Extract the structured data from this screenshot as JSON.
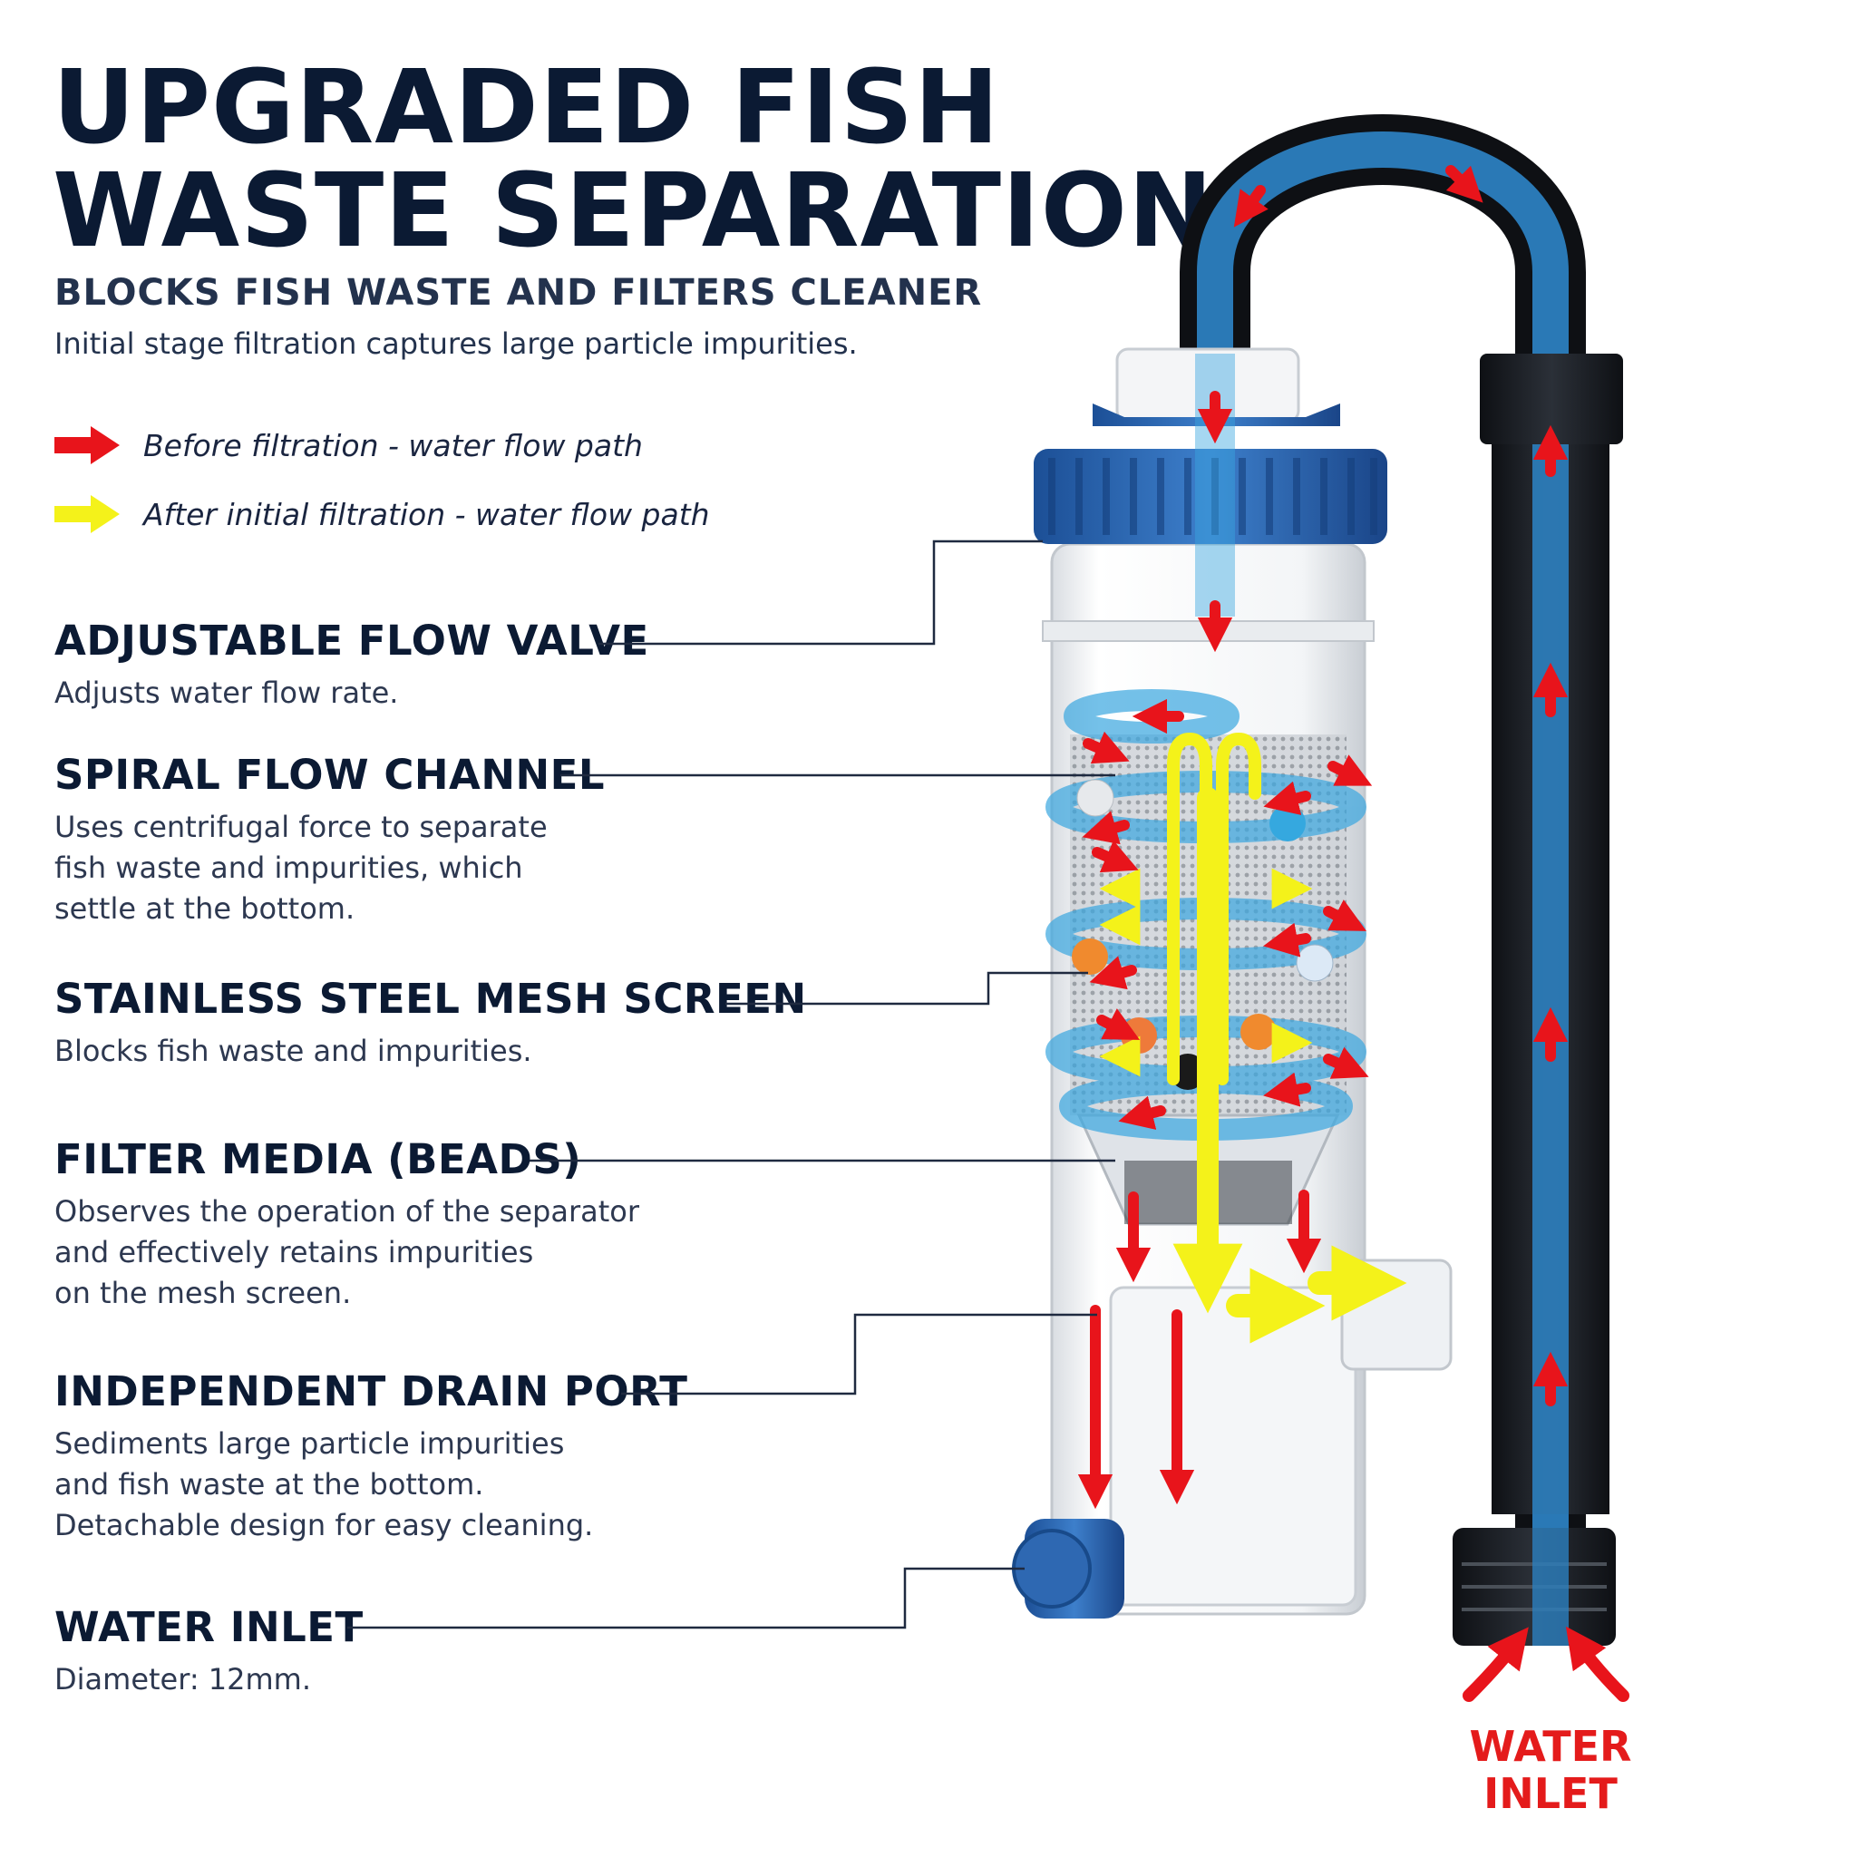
{
  "header": {
    "title_line1": "UPGRADED FISH",
    "title_line2": "WASTE SEPARATION",
    "subtitle": "BLOCKS FISH WASTE AND FILTERS CLEANER",
    "lead": "Initial stage filtration captures large particle impurities."
  },
  "legend": [
    {
      "label": "Before filtration - water flow path",
      "color": "#e8141b",
      "icon": "red-arrow-icon"
    },
    {
      "label": "After initial filtration - water flow path",
      "color": "#f4f21a",
      "icon": "yellow-arrow-icon"
    }
  ],
  "features": [
    {
      "title": "ADJUSTABLE FLOW VALVE",
      "lines": [
        "Adjusts water flow rate."
      ]
    },
    {
      "title": "SPIRAL FLOW CHANNEL",
      "lines": [
        "Uses centrifugal force to separate",
        "fish waste and impurities, which",
        "settle at the bottom."
      ]
    },
    {
      "title": "STAINLESS STEEL MESH SCREEN",
      "lines": [
        "Blocks fish waste and impurities."
      ]
    },
    {
      "title": "FILTER MEDIA (BEADS)",
      "lines": [
        "Observes the operation of the separator",
        "and effectively retains impurities",
        "on the mesh screen."
      ]
    },
    {
      "title": "INDEPENDENT DRAIN PORT",
      "lines": [
        "Sediments large particle impurities",
        "and fish waste at the bottom.",
        "Detachable design for easy cleaning."
      ]
    },
    {
      "title": "WATER INLET",
      "lines": [
        "Diameter: 12mm."
      ]
    }
  ],
  "inlet_callout": {
    "line1": "WATER",
    "line2": "INLET"
  },
  "colors": {
    "navy": "#0b1a33",
    "blue": "#2f6db8",
    "water": "#3aa7e0",
    "red": "#e8141b",
    "yellow": "#f4f21a"
  }
}
